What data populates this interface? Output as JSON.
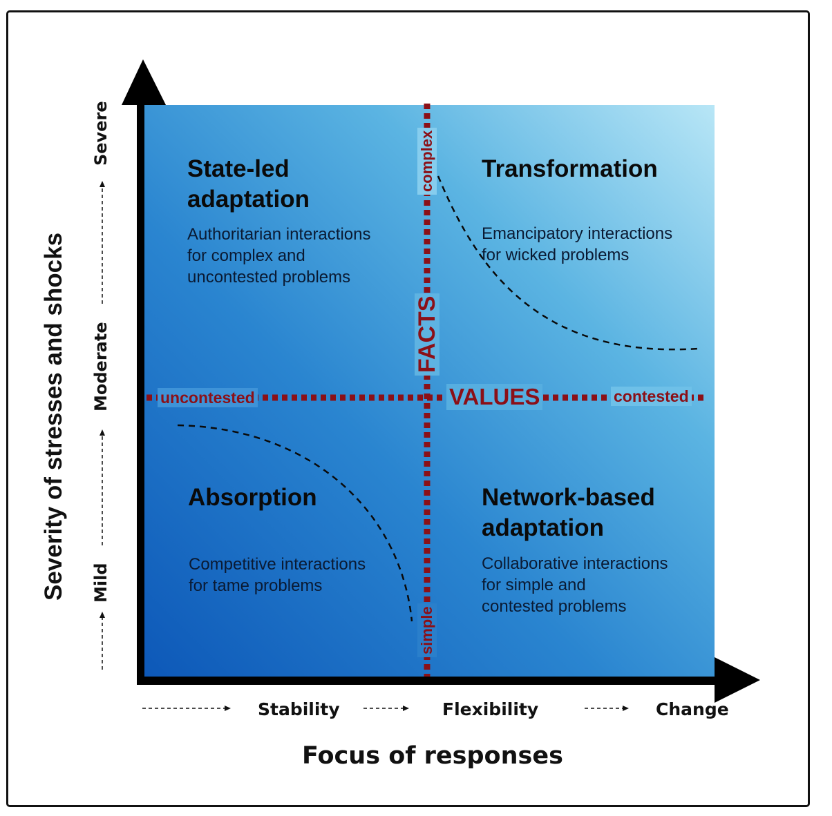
{
  "quadrants": {
    "top_left": {
      "title": "State-led\nadaptation",
      "title_line1": "State-led",
      "title_line2": "adaptation",
      "desc_lines": [
        "Authoritarian interactions",
        "for complex and",
        "uncontested problems"
      ]
    },
    "top_right": {
      "title_line1": "Transformation",
      "desc_lines": [
        "Emancipatory interactions",
        "for wicked problems"
      ]
    },
    "bottom_left": {
      "title_line1": "Absorption",
      "desc_lines": [
        "Competitive interactions",
        "for tame problems"
      ]
    },
    "bottom_right": {
      "title_line1": "Network-based",
      "title_line2": "adaptation",
      "desc_lines": [
        "Collaborative interactions",
        "for simple and",
        "contested problems"
      ]
    }
  },
  "dividers": {
    "vertical_label": "FACTS",
    "vertical_top": "complex",
    "vertical_bottom": "simple",
    "horizontal_label": "VALUES",
    "horizontal_left": "uncontested",
    "horizontal_right": "contested"
  },
  "y_axis": {
    "title": "Severity of stresses and shocks",
    "levels": [
      "Mild",
      "Moderate",
      "Severe"
    ]
  },
  "x_axis": {
    "title": "Focus of responses",
    "levels": [
      "Stability",
      "Flexibility",
      "Change"
    ]
  },
  "colors": {
    "divider": "#8b1017",
    "gradient_dark": "#0d58b8",
    "gradient_light": "#b8e6f6",
    "axis": "#000000"
  }
}
